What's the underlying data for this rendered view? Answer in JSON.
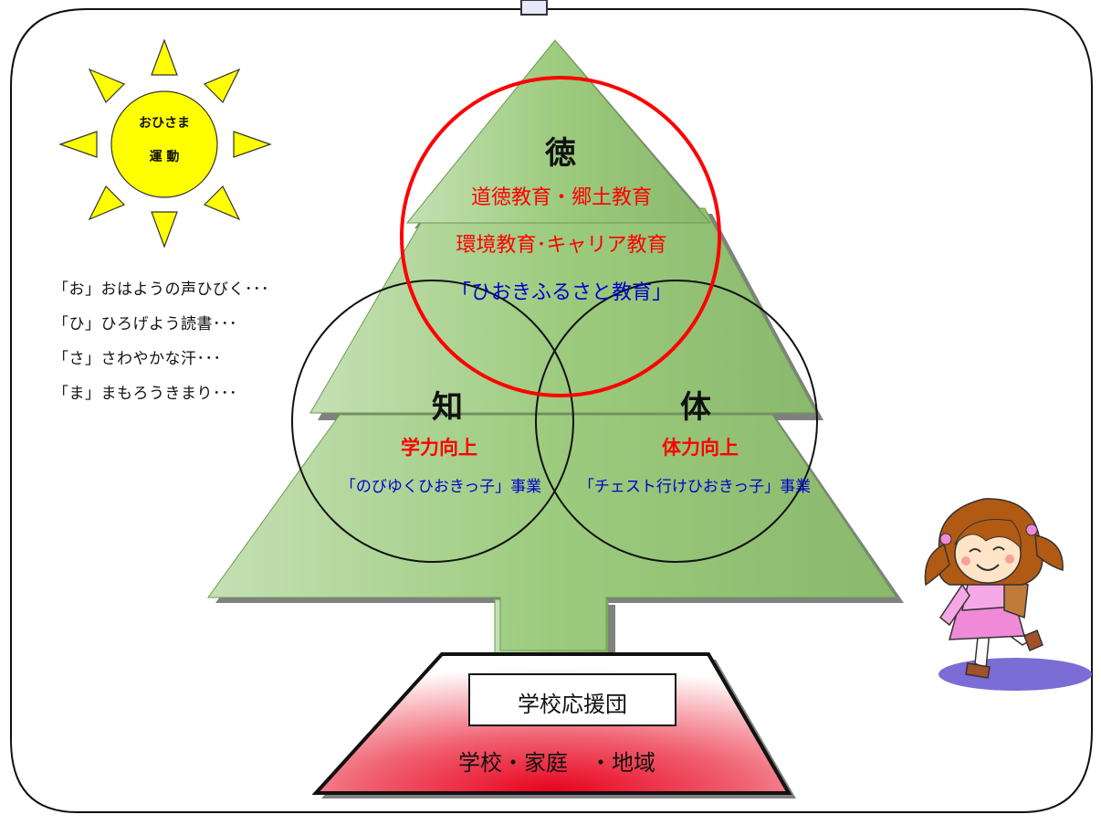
{
  "sun": {
    "line1": "おひさま",
    "line2": "運 動",
    "fill": "#ffff00",
    "ray_fill": "#ffff00"
  },
  "mnemonics": [
    "「お」おはようの声ひびく･･･",
    "「ひ」ひろげよう読書･･･",
    "「さ」さわやかな汗･･･",
    "「ま」まもろうきまり･･･"
  ],
  "virtue": {
    "heading": "徳",
    "line1": "道徳教育・郷土教育",
    "line2": "環境教育･キャリア教育",
    "line3": "「ひおきふるさと教育」",
    "ring_color": "#ff0000"
  },
  "knowledge": {
    "heading": "知",
    "subheading": "学力向上",
    "project": "「のびゆくひおきっ子」事業"
  },
  "body": {
    "heading": "体",
    "subheading": "体力向上",
    "project": "「チェスト行けひおきっ子」事業"
  },
  "base": {
    "label": "学校応援団",
    "partners": "学校・家庭　・地域"
  },
  "colors": {
    "tree_green": "#a9d18e",
    "tree_green_dark": "#8cbf6a",
    "shadow": "#808080",
    "red_text": "#ff0000",
    "blue_text": "#0000cc",
    "base_red": "#e8001c"
  },
  "icons": {
    "sun": "sun-icon",
    "tree": "tree-icon",
    "girl": "girl-running-icon"
  }
}
